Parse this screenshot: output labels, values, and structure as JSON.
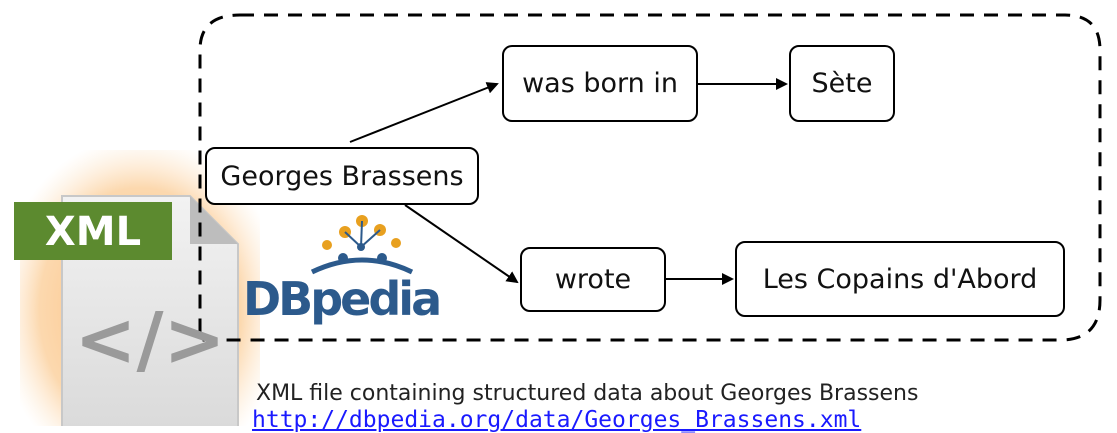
{
  "diagram": {
    "nodes": {
      "subject": "Georges Brassens",
      "predicate_1": "was born in",
      "object_1": "Sète",
      "predicate_2": "wrote",
      "object_2": "Les Copains d'Abord"
    }
  },
  "xml_icon": {
    "label": "XML",
    "glyph": "</>"
  },
  "dbpedia_logo": {
    "text": "DBpedia"
  },
  "caption": {
    "text": "XML file containing structured data about Georges Brassens",
    "url": "http://dbpedia.org/data/Georges_Brassens.xml"
  },
  "colors": {
    "xml_green": "#5c8a2f",
    "xml_glow": "#f9b36a",
    "dbpedia_blue": "#2c5a8c",
    "dbpedia_orange": "#e8a01f",
    "link_blue": "#1a1aff"
  }
}
